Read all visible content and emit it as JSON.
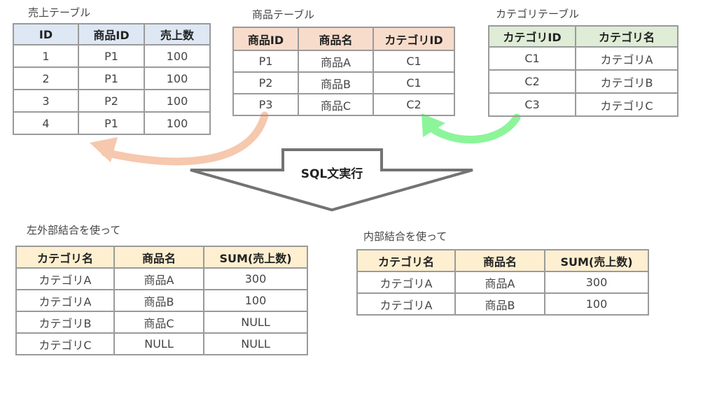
{
  "sales_table": {
    "caption": "売上テーブル",
    "headers": [
      "ID",
      "商品ID",
      "売上数"
    ],
    "rows": [
      [
        "1",
        "P1",
        "100"
      ],
      [
        "2",
        "P1",
        "100"
      ],
      [
        "3",
        "P2",
        "100"
      ],
      [
        "4",
        "P1",
        "100"
      ]
    ]
  },
  "product_table": {
    "caption": "商品テーブル",
    "headers": [
      "商品ID",
      "商品名",
      "カテゴリID"
    ],
    "rows": [
      [
        "P1",
        "商品A",
        "C1"
      ],
      [
        "P2",
        "商品B",
        "C1"
      ],
      [
        "P3",
        "商品C",
        "C2"
      ]
    ]
  },
  "category_table": {
    "caption": "カテゴリテーブル",
    "headers": [
      "カテゴリID",
      "カテゴリ名"
    ],
    "rows": [
      [
        "C1",
        "カテゴリA"
      ],
      [
        "C2",
        "カテゴリB"
      ],
      [
        "C3",
        "カテゴリC"
      ]
    ]
  },
  "sql_arrow_label": "SQL文実行",
  "left_join_table": {
    "caption": "左外部結合を使って",
    "headers": [
      "カテゴリ名",
      "商品名",
      "SUM(売上数)"
    ],
    "rows": [
      [
        "カテゴリA",
        "商品A",
        "300"
      ],
      [
        "カテゴリA",
        "商品B",
        "100"
      ],
      [
        "カテゴリB",
        "商品C",
        "NULL"
      ],
      [
        "カテゴリC",
        "NULL",
        "NULL"
      ]
    ]
  },
  "inner_join_table": {
    "caption": "内部結合を使って",
    "headers": [
      "カテゴリ名",
      "商品名",
      "SUM(売上数)"
    ],
    "rows": [
      [
        "カテゴリA",
        "商品A",
        "300"
      ],
      [
        "カテゴリA",
        "商品B",
        "100"
      ]
    ]
  },
  "colors": {
    "sales_header": "#dde8f4",
    "product_header": "#f8dccb",
    "category_header": "#dfecd6",
    "result_header": "#fdefd0",
    "peach_arrow": "#f6c8ae",
    "green_arrow": "#8cf59a",
    "border": "#9a9a9a"
  }
}
